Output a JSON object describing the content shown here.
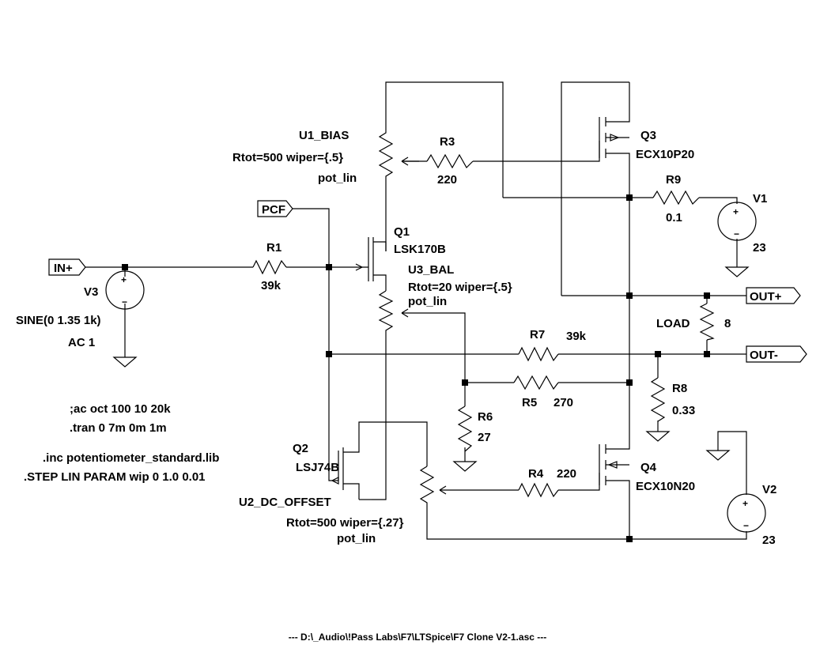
{
  "components": {
    "r1": {
      "name": "R1",
      "value": "39k"
    },
    "r3": {
      "name": "R3",
      "value": "220"
    },
    "r4": {
      "name": "R4",
      "value": "220"
    },
    "r5": {
      "name": "R5",
      "value": "270"
    },
    "r6": {
      "name": "R6",
      "value": "27"
    },
    "r7": {
      "name": "R7",
      "value": "39k"
    },
    "r8": {
      "name": "R8",
      "value": "0.33"
    },
    "r9": {
      "name": "R9",
      "value": "0.1"
    },
    "load": {
      "name": "LOAD",
      "value": "8"
    },
    "q1": {
      "name": "Q1",
      "model": "LSK170B"
    },
    "q2": {
      "name": "Q2",
      "model": "LSJ74B"
    },
    "q3": {
      "name": "Q3",
      "model": "ECX10P20"
    },
    "q4": {
      "name": "Q4",
      "model": "ECX10N20"
    },
    "v1": {
      "name": "V1",
      "value": "23"
    },
    "v2": {
      "name": "V2",
      "value": "23"
    },
    "v3": {
      "name": "V3",
      "value": "SINE(0 1.35 1k)",
      "ac": "AC 1"
    },
    "u1": {
      "name": "U1_BIAS",
      "params": "Rtot=500 wiper={.5}",
      "model": "pot_lin"
    },
    "u2": {
      "name": "U2_DC_OFFSET",
      "params": "Rtot=500 wiper={.27}",
      "model": "pot_lin"
    },
    "u3": {
      "name": "U3_BAL",
      "params": "Rtot=20 wiper={.5}",
      "model": "pot_lin"
    }
  },
  "ports": {
    "in_plus": "IN+",
    "pcf": "PCF",
    "out_plus": "OUT+",
    "out_minus": "OUT-"
  },
  "directives": [
    ";ac oct 100 10 20k",
    ".tran 0 7m 0m 1m",
    ".inc potentiometer_standard.lib",
    ".STEP LIN PARAM wip  0  1.0  0.01"
  ],
  "footer": "---  D:\\_Audio\\!Pass Labs\\F7\\LTSpice\\F7 Clone V2-1.asc  ---",
  "colors": {
    "ink": "#000000",
    "background": "#ffffff"
  }
}
